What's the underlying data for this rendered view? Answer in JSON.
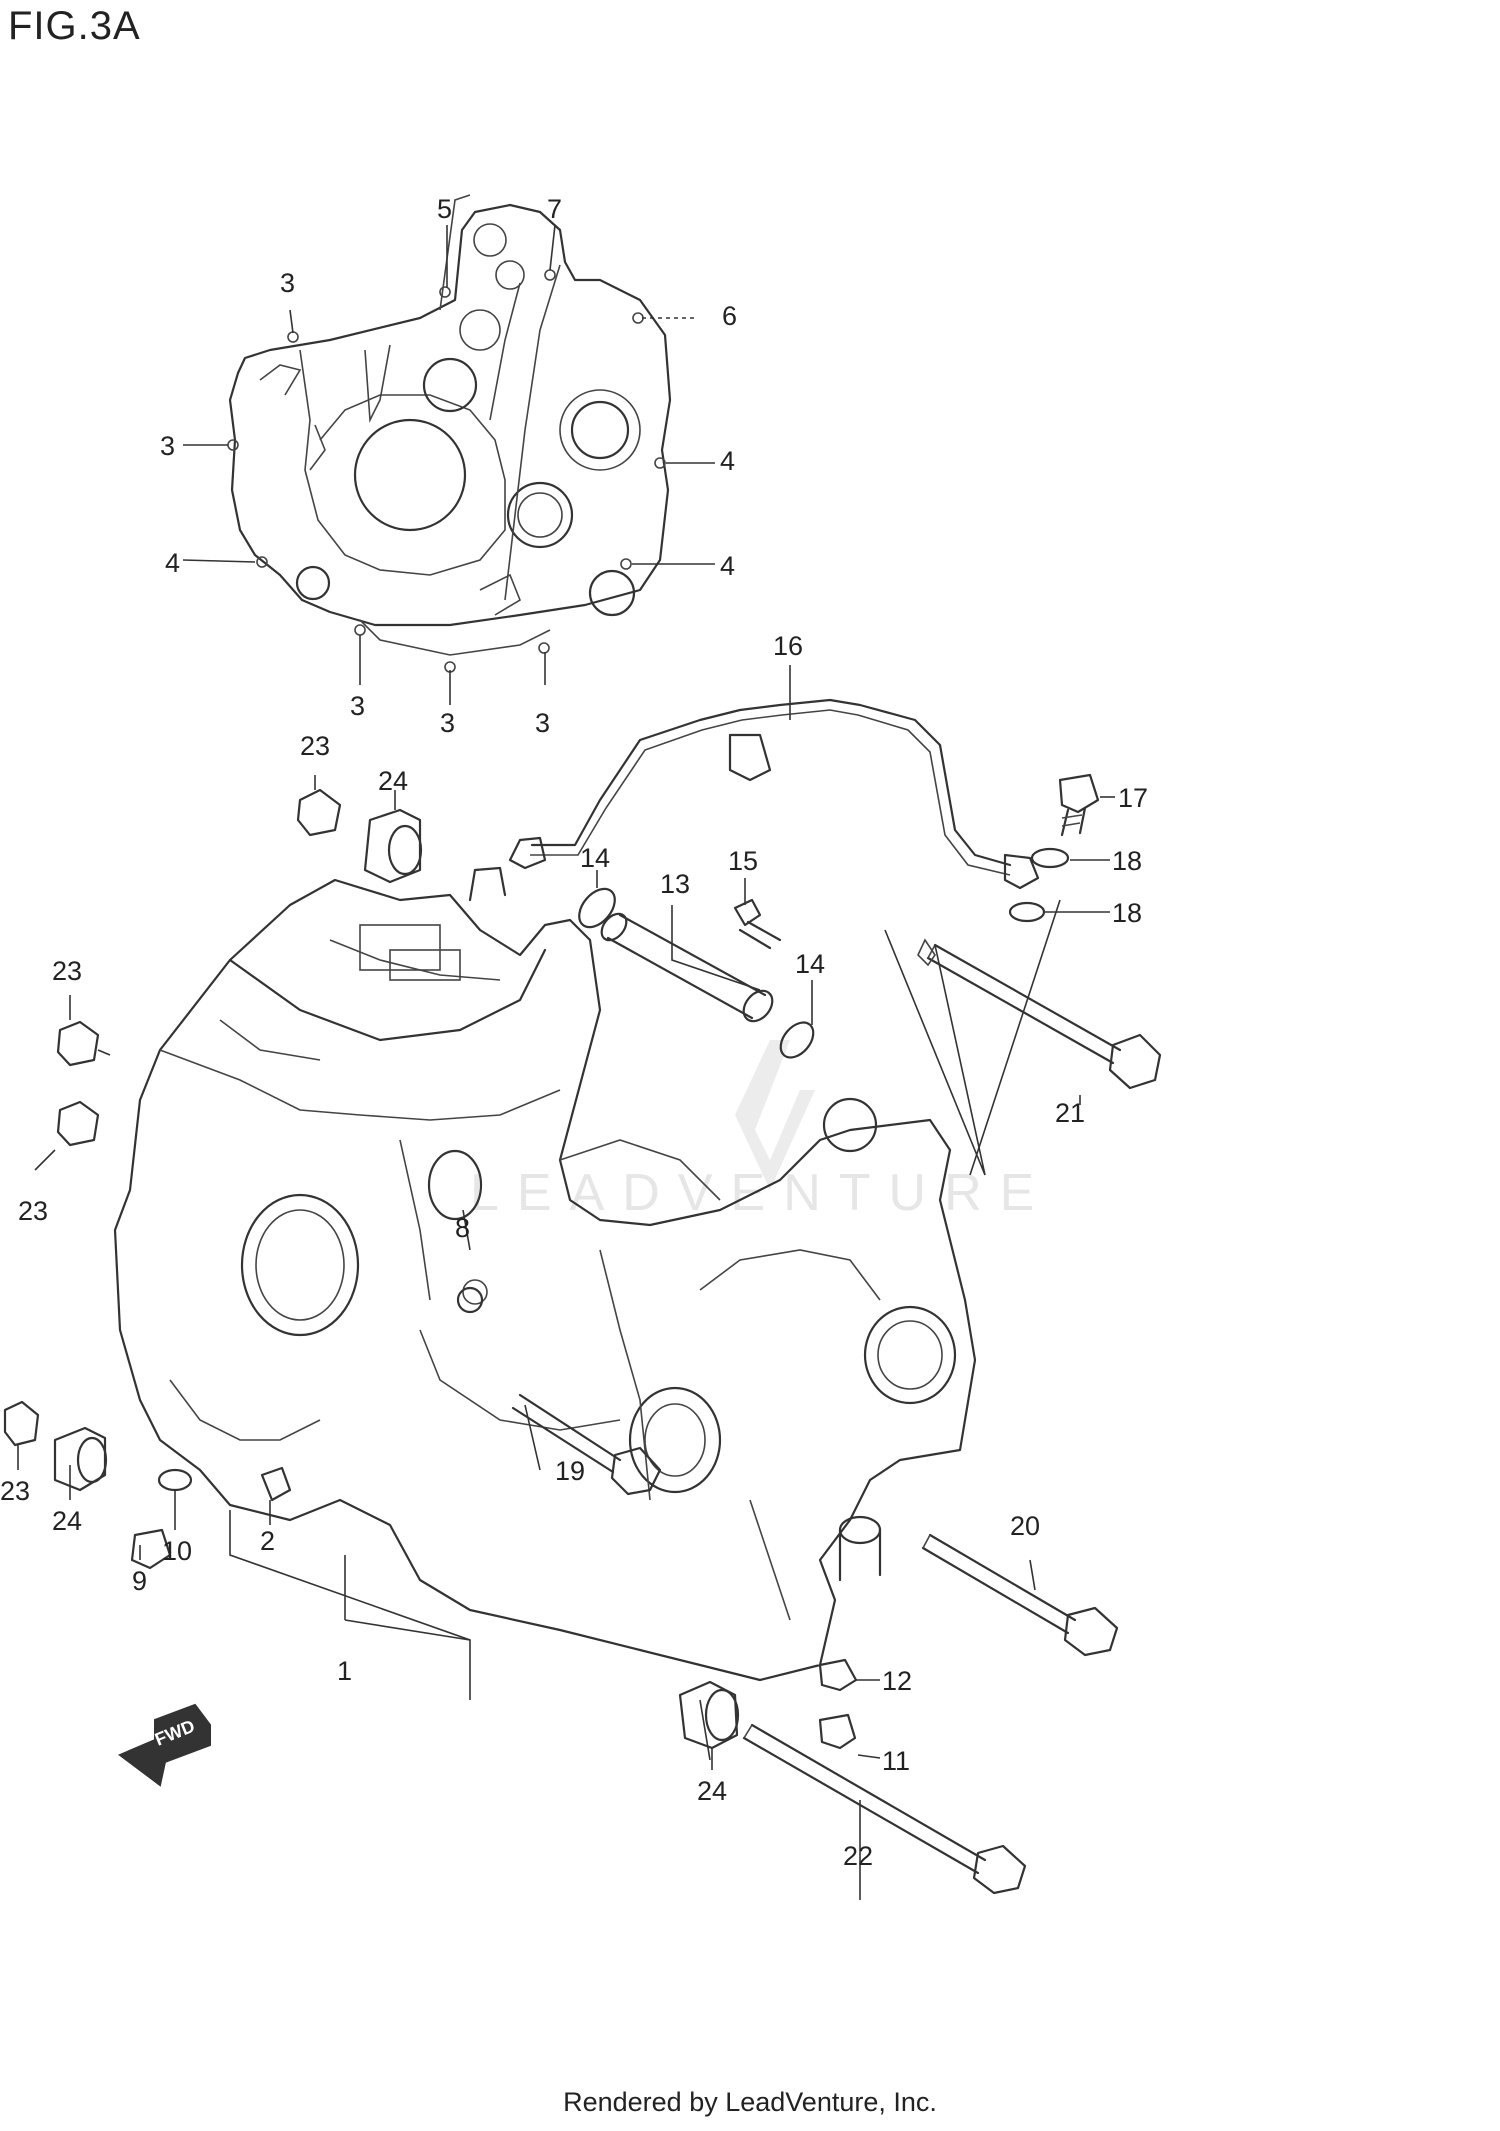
{
  "figure": {
    "title": "FIG.3A"
  },
  "footer": {
    "text": "Rendered by LeadVenture, Inc."
  },
  "watermark": {
    "text": "LEADVENTURE"
  },
  "direction_arrow": {
    "label": "FWD"
  },
  "callouts": [
    {
      "id": "c1",
      "label": "1"
    },
    {
      "id": "c2",
      "label": "2"
    },
    {
      "id": "c3a",
      "label": "3"
    },
    {
      "id": "c3b",
      "label": "3"
    },
    {
      "id": "c3c",
      "label": "3"
    },
    {
      "id": "c3d",
      "label": "3"
    },
    {
      "id": "c3e",
      "label": "3"
    },
    {
      "id": "c4a",
      "label": "4"
    },
    {
      "id": "c4b",
      "label": "4"
    },
    {
      "id": "c4c",
      "label": "4"
    },
    {
      "id": "c5",
      "label": "5"
    },
    {
      "id": "c6",
      "label": "6"
    },
    {
      "id": "c7",
      "label": "7"
    },
    {
      "id": "c8",
      "label": "8"
    },
    {
      "id": "c9",
      "label": "9"
    },
    {
      "id": "c10",
      "label": "10"
    },
    {
      "id": "c11",
      "label": "11"
    },
    {
      "id": "c12",
      "label": "12"
    },
    {
      "id": "c13",
      "label": "13"
    },
    {
      "id": "c14a",
      "label": "14"
    },
    {
      "id": "c14b",
      "label": "14"
    },
    {
      "id": "c15",
      "label": "15"
    },
    {
      "id": "c16",
      "label": "16"
    },
    {
      "id": "c17",
      "label": "17"
    },
    {
      "id": "c18a",
      "label": "18"
    },
    {
      "id": "c18b",
      "label": "18"
    },
    {
      "id": "c19",
      "label": "19"
    },
    {
      "id": "c20",
      "label": "20"
    },
    {
      "id": "c21",
      "label": "21"
    },
    {
      "id": "c22",
      "label": "22"
    },
    {
      "id": "c23a",
      "label": "23"
    },
    {
      "id": "c23b",
      "label": "23"
    },
    {
      "id": "c23c",
      "label": "23"
    },
    {
      "id": "c23d",
      "label": "23"
    },
    {
      "id": "c24a",
      "label": "24"
    },
    {
      "id": "c24b",
      "label": "24"
    },
    {
      "id": "c24c",
      "label": "24"
    }
  ]
}
